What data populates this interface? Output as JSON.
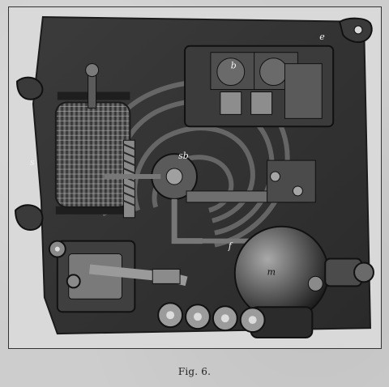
{
  "figure": {
    "caption": "Fig. 6.",
    "labels": {
      "s": "s",
      "m": "m",
      "e": "e",
      "sb": "sb",
      "b": "b",
      "f": "f"
    }
  }
}
